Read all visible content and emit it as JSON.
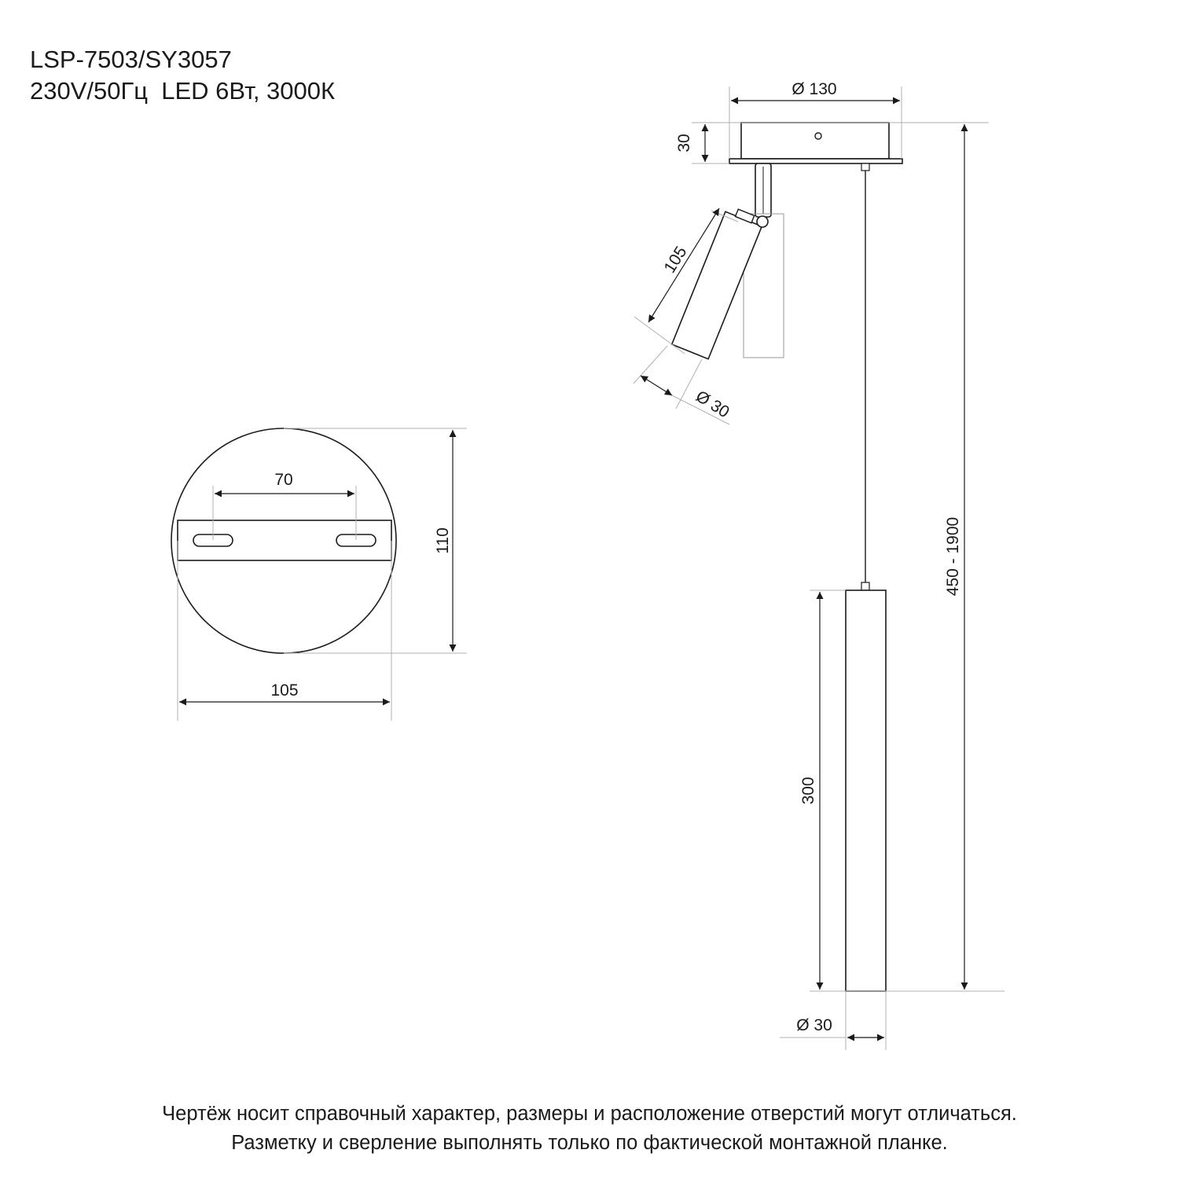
{
  "header": {
    "model": "LSP-7503/SY3057",
    "spec": "230V/50Гц  LED 6Вт, 3000К"
  },
  "dimensions": {
    "base_plate_width": "105",
    "base_plate_height": "110",
    "mounting_holes_spacing": "70",
    "canopy_diameter": "Ø 130",
    "canopy_height": "30",
    "spot_length": "105",
    "spot_diameter": "Ø 30",
    "pendant_length": "300",
    "pendant_diameter": "Ø 30",
    "total_height": "450 - 1900"
  },
  "footer": {
    "note_line_1": "Чертёж носит справочный характер, размеры и расположение отверстий могут отличаться.",
    "note_line_2": "Разметку и сверление выполнять только по фактической монтажной планке."
  },
  "colors": {
    "line": "#1a1a1a",
    "extension_line": "#b0b0b0",
    "background": "#ffffff"
  }
}
